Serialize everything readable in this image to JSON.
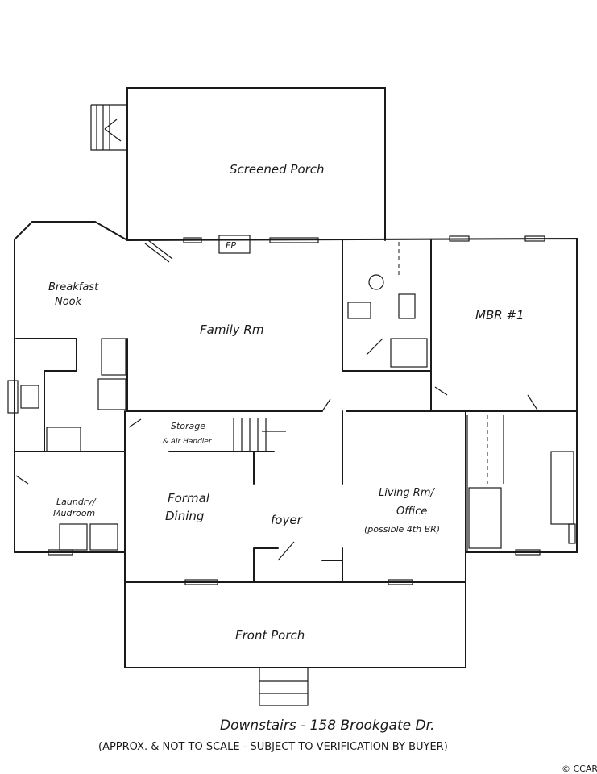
{
  "rooms": {
    "screened_porch": "Screened Porch",
    "breakfast_nook_1": "Breakfast",
    "breakfast_nook_2": "Nook",
    "family_room": "Family Rm",
    "mbr": "MBR #1",
    "fireplace": "FP",
    "storage_1": "Storage",
    "storage_2": "& Air Handler",
    "formal_dining_1": "Formal",
    "formal_dining_2": "Dining",
    "foyer": "foyer",
    "living_1": "Living Rm/",
    "living_2": "Office",
    "living_3": "(possible 4th BR)",
    "laundry_1": "Laundry/",
    "laundry_2": "Mudroom",
    "front_porch": "Front Porch"
  },
  "caption": {
    "title": "Downstairs - 158 Brookgate Dr.",
    "subtitle": "(APPROX. & NOT TO SCALE - SUBJECT TO VERIFICATION BY BUYER)"
  },
  "copyright": "© CCAR"
}
